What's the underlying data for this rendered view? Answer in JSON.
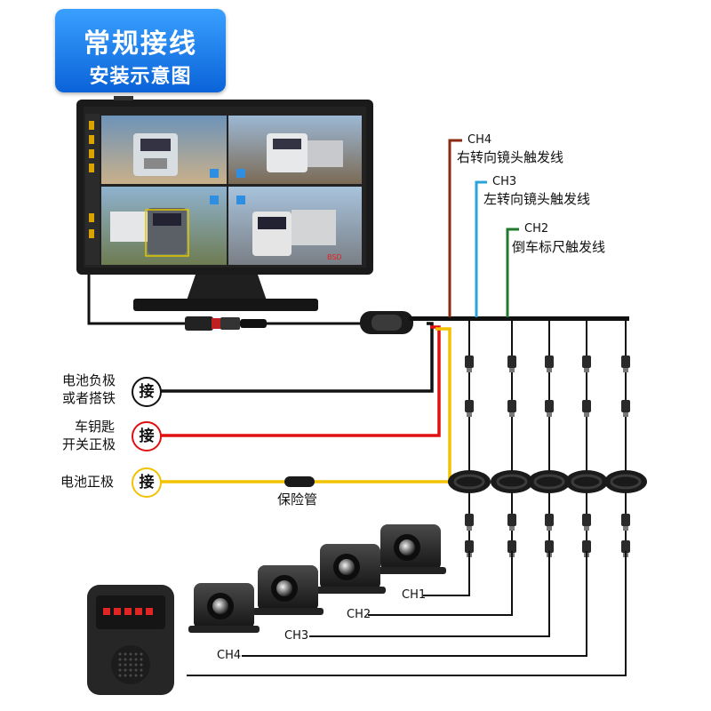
{
  "title": {
    "line1": "常规接线",
    "line2": "安装示意图"
  },
  "monitor": {
    "osd_text": "BSD"
  },
  "trigger_wires": [
    {
      "channel": "CH4",
      "desc": "右转向镜头触发线",
      "color": "#8b2a0e"
    },
    {
      "channel": "CH3",
      "desc": "左转向镜头触发线",
      "color": "#2aa3d8"
    },
    {
      "channel": "CH2",
      "desc": "倒车标尺触发线",
      "color": "#1f7a2e"
    }
  ],
  "power_wires": [
    {
      "label_lines": [
        "电池负极",
        "或者搭铁"
      ],
      "connect": "接",
      "color": "#111111"
    },
    {
      "label_lines": [
        "车钥匙",
        "开关正极"
      ],
      "connect": "接",
      "color": "#e01010"
    },
    {
      "label_lines": [
        "电池正极"
      ],
      "connect": "接",
      "color": "#f2c200"
    }
  ],
  "fuse_label": "保险管",
  "cameras": [
    "CH1",
    "CH2",
    "CH3",
    "CH4"
  ]
}
